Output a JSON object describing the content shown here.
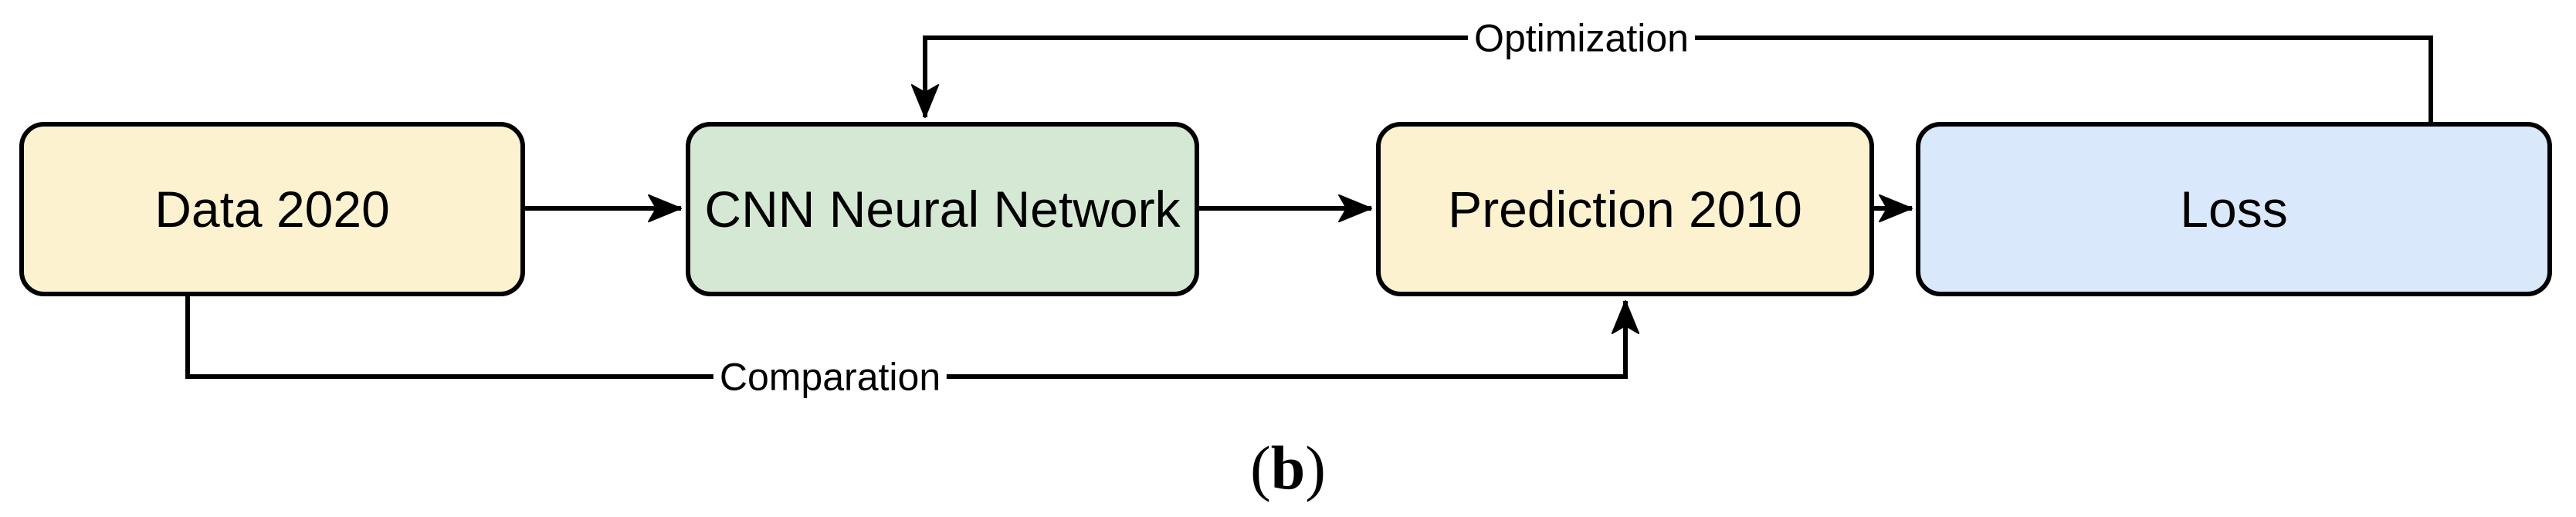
{
  "diagram": {
    "kind": "flowchart",
    "background_color": "#ffffff",
    "line_color": "#000000",
    "nodes": [
      {
        "id": "data2020",
        "label": "Data 2020",
        "fill": "#fdf2cf",
        "border": "#000000"
      },
      {
        "id": "cnn",
        "label": "CNN Neural Network",
        "fill": "#d5e8d4",
        "border": "#000000"
      },
      {
        "id": "prediction",
        "label": "Prediction 2010",
        "fill": "#fdf2cf",
        "border": "#000000"
      },
      {
        "id": "loss",
        "label": "Loss",
        "fill": "#d9e8fb",
        "border": "#000000"
      }
    ],
    "edges": [
      {
        "from": "data2020",
        "to": "cnn",
        "label": ""
      },
      {
        "from": "cnn",
        "to": "prediction",
        "label": ""
      },
      {
        "from": "prediction",
        "to": "loss",
        "label": ""
      },
      {
        "from": "loss",
        "to": "cnn",
        "label": "Optimization",
        "route": "top-feedback"
      },
      {
        "from": "data2020",
        "to": "prediction",
        "label": "Comparation",
        "route": "bottom-feedback"
      }
    ],
    "caption": {
      "open": "(",
      "letter": "b",
      "close": ")"
    }
  }
}
